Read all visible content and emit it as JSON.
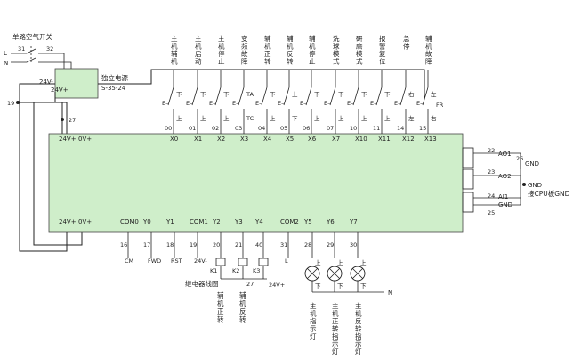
{
  "colors": {
    "plc_fill": "#cfeeca",
    "psu_fill": "#cfeeca",
    "wire": "#222222"
  },
  "switch": {
    "title": "单路空气开关",
    "pin1": "31",
    "pin2": "32",
    "line_l": "L",
    "line_n": "N"
  },
  "psu": {
    "title": "独立电源",
    "model": "S-35-24",
    "v_minus": "24V-",
    "v_plus": "24V+"
  },
  "nodes": {
    "n19": "19",
    "n27": "27"
  },
  "inputs": [
    {
      "name": "主机辅机",
      "contact_top": "下",
      "contact_bottom": "上",
      "num": "00",
      "term": "X0"
    },
    {
      "name": "主机启动",
      "contact_top": "下",
      "contact_bottom": "上",
      "num": "01",
      "term": "X1"
    },
    {
      "name": "主机停止",
      "contact_top": "下",
      "contact_bottom": "上",
      "num": "02",
      "term": "X2"
    },
    {
      "name": "变频故障",
      "contact_top": "TA",
      "contact_bottom": "TC",
      "num": "03",
      "term": "X3"
    },
    {
      "name": "辅机正转",
      "contact_top": "下",
      "contact_bottom": "上",
      "num": "04",
      "term": "X4"
    },
    {
      "name": "辅机反转",
      "contact_top": "上",
      "contact_bottom": "下",
      "num": "05",
      "term": "X5"
    },
    {
      "name": "辅机停止",
      "contact_top": "下",
      "contact_bottom": "上",
      "num": "06",
      "term": "X6"
    },
    {
      "name": "洗球模式",
      "contact_top": "下",
      "contact_bottom": "上",
      "num": "07",
      "term": "X7"
    },
    {
      "name": "研磨模式",
      "contact_top": "下",
      "contact_bottom": "上",
      "num": "10",
      "term": "X10"
    },
    {
      "name": "报警复位",
      "contact_top": "下",
      "contact_bottom": "上",
      "num": "11",
      "term": "X11"
    },
    {
      "name": "急停",
      "contact_top": "右",
      "contact_bottom": "左",
      "num": "14",
      "term": "X12"
    },
    {
      "name": "辅机故障",
      "contact_top": "左",
      "contact_bottom": "右",
      "num": "15",
      "term": "X13",
      "extra": "FR"
    }
  ],
  "plc": {
    "top_power": [
      "24V+",
      "0V+"
    ],
    "bottom_power": [
      "24V+",
      "0V+"
    ],
    "outputs": [
      {
        "term": "COM0",
        "wire": "16",
        "label": "CM"
      },
      {
        "term": "Y0",
        "wire": "17",
        "label": "FWD"
      },
      {
        "term": "Y1",
        "wire": "18",
        "label": "RST"
      },
      {
        "term": "COM1",
        "wire": "19",
        "label": "24V-"
      },
      {
        "term": "Y2",
        "wire": "20",
        "label": ""
      },
      {
        "term": "Y3",
        "wire": "21",
        "label": ""
      },
      {
        "term": "Y4",
        "wire": "40",
        "label": ""
      },
      {
        "term": "COM2",
        "wire": "31",
        "label": "L"
      },
      {
        "term": "Y5",
        "wire": "28",
        "label": ""
      },
      {
        "term": "Y6",
        "wire": "29",
        "label": ""
      },
      {
        "term": "Y7",
        "wire": "30",
        "label": ""
      }
    ],
    "analog": [
      {
        "wire": "22",
        "label": "AO1"
      },
      {
        "wire": "23",
        "label": "AO2"
      },
      {
        "wire": "24",
        "label": "AI1"
      },
      {
        "wire": "25",
        "label": "GND"
      }
    ],
    "analog_wire_26": "26",
    "gnd_top": "GND",
    "gnd_right": "GND",
    "gnd_note": "接CPU板GND"
  },
  "relays": {
    "coils": [
      "K1",
      "K2",
      "K3"
    ],
    "common_wire": "27",
    "common_label": "24V+",
    "group_label": "继电器线圈",
    "desc": [
      "辅机正转",
      "辅机反转"
    ]
  },
  "lamps": {
    "top": [
      "上",
      "上",
      "上"
    ],
    "bottom": [
      "下",
      "下",
      "下"
    ],
    "neutral": "N",
    "desc": [
      "主机指示灯",
      "主机正转指示灯",
      "主机反转指示灯"
    ]
  }
}
